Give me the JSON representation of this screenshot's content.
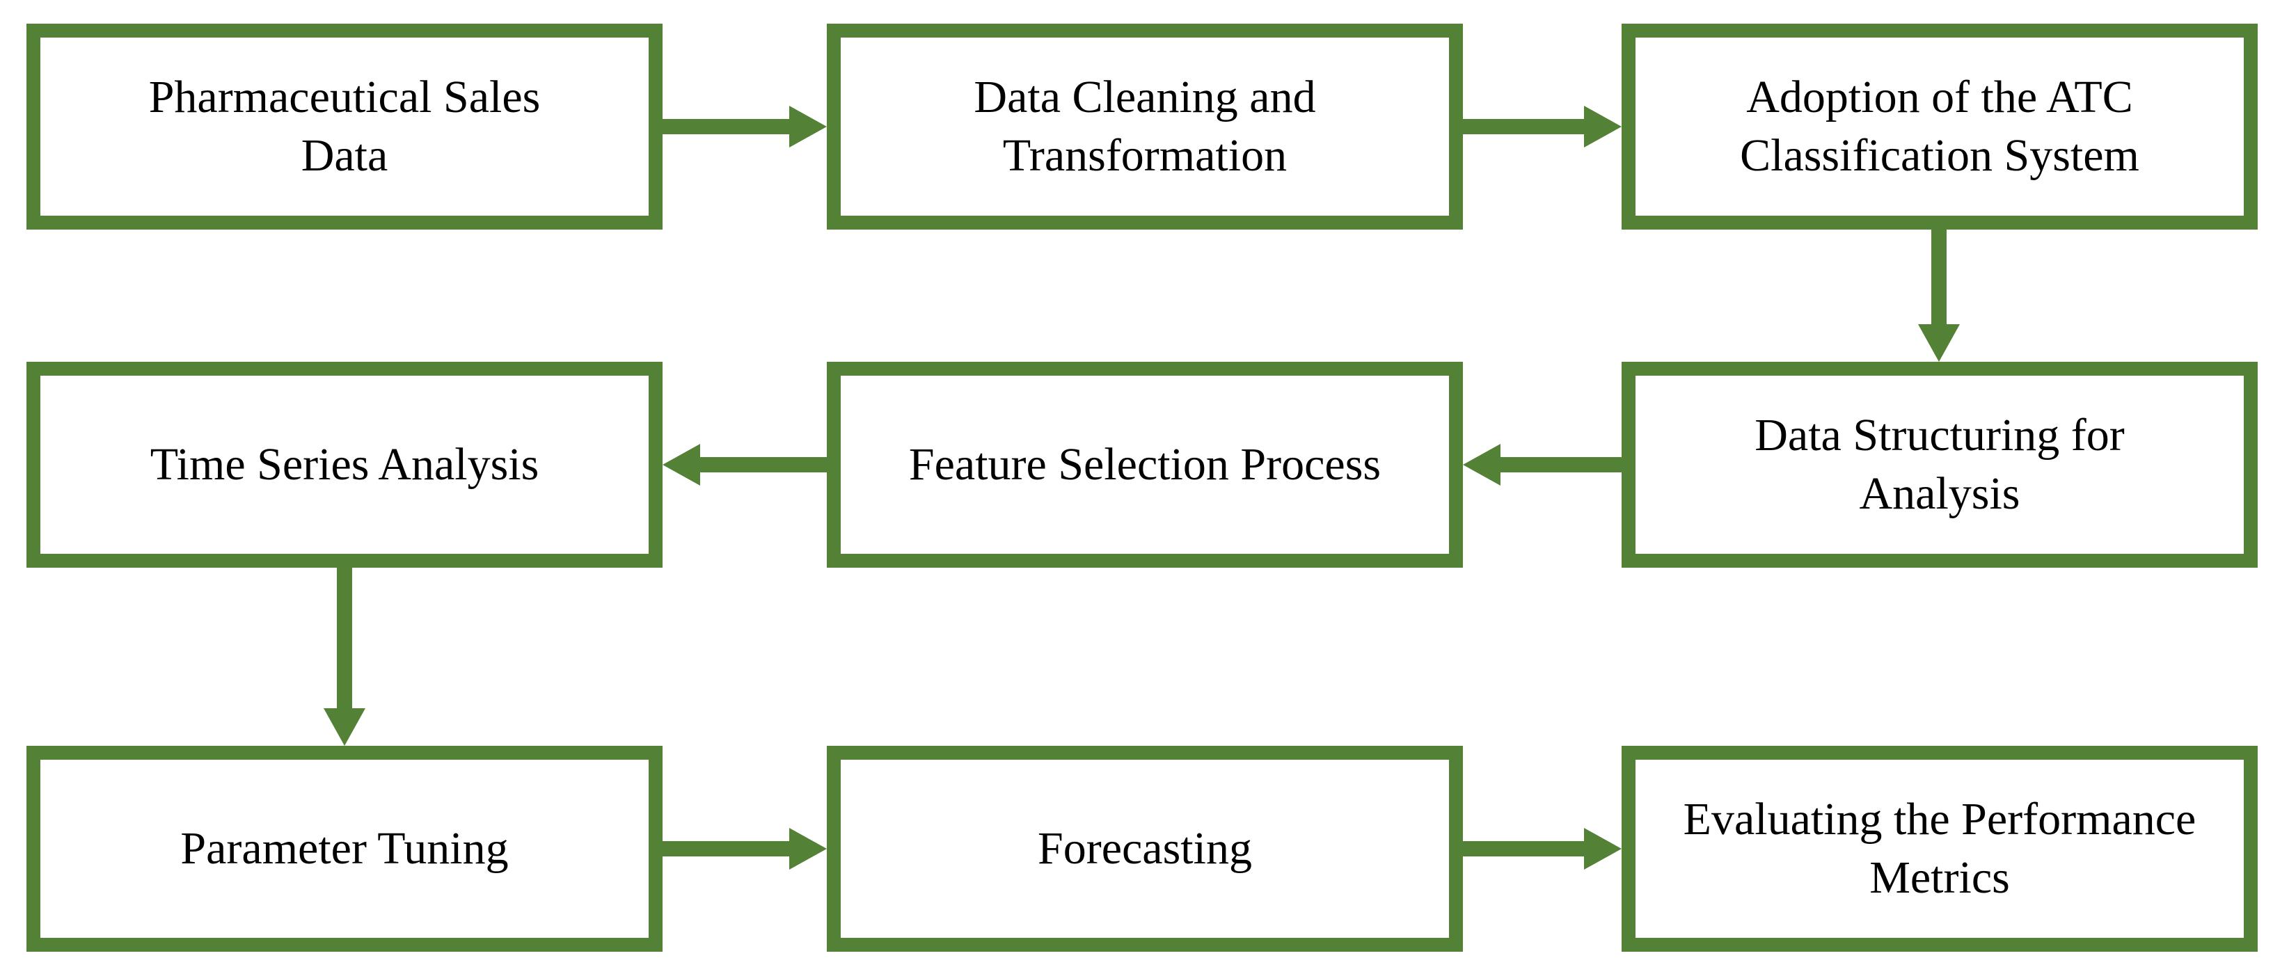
{
  "diagram": {
    "type": "flowchart",
    "colors": {
      "accent": "#538135",
      "background": "#ffffff",
      "text": "#000000"
    },
    "nodes": [
      {
        "id": "pharmaceutical-sales-data",
        "label": "Pharmaceutical Sales\nData"
      },
      {
        "id": "data-cleaning-transformation",
        "label": "Data Cleaning and\nTransformation"
      },
      {
        "id": "atc-classification-adoption",
        "label": "Adoption of the ATC\nClassification System"
      },
      {
        "id": "time-series-analysis",
        "label": "Time Series Analysis"
      },
      {
        "id": "feature-selection-process",
        "label": "Feature Selection Process"
      },
      {
        "id": "data-structuring-for-analysis",
        "label": "Data Structuring for\nAnalysis"
      },
      {
        "id": "parameter-tuning",
        "label": "Parameter Tuning"
      },
      {
        "id": "forecasting",
        "label": "Forecasting"
      },
      {
        "id": "evaluating-performance-metrics",
        "label": "Evaluating the Performance\nMetrics"
      }
    ],
    "edges": [
      {
        "from": "pharmaceutical-sales-data",
        "to": "data-cleaning-transformation",
        "direction": "right"
      },
      {
        "from": "data-cleaning-transformation",
        "to": "atc-classification-adoption",
        "direction": "right"
      },
      {
        "from": "atc-classification-adoption",
        "to": "data-structuring-for-analysis",
        "direction": "down"
      },
      {
        "from": "data-structuring-for-analysis",
        "to": "feature-selection-process",
        "direction": "left"
      },
      {
        "from": "feature-selection-process",
        "to": "time-series-analysis",
        "direction": "left"
      },
      {
        "from": "time-series-analysis",
        "to": "parameter-tuning",
        "direction": "down"
      },
      {
        "from": "parameter-tuning",
        "to": "forecasting",
        "direction": "right"
      },
      {
        "from": "forecasting",
        "to": "evaluating-performance-metrics",
        "direction": "right"
      }
    ]
  }
}
